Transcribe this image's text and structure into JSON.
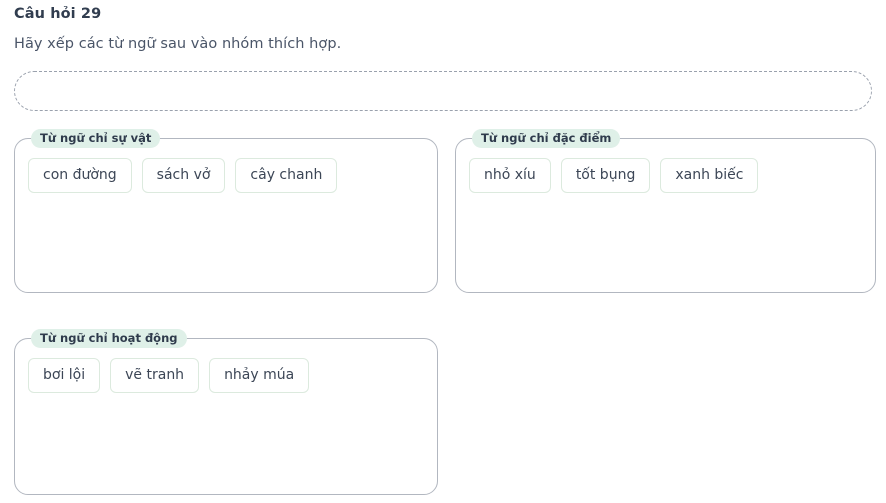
{
  "question": {
    "title": "Câu hỏi 29",
    "prompt": "Hãy xếp các từ ngữ sau vào nhóm thích hợp."
  },
  "pool": {
    "name": "word-pool-dropzone",
    "items": [],
    "empty": true
  },
  "groups": [
    {
      "id": "objects",
      "legend": "Từ ngữ chỉ sự vật",
      "cards": [
        "con đường",
        "sách vở",
        "cây chanh"
      ]
    },
    {
      "id": "features",
      "legend": "Từ ngữ chỉ đặc điểm",
      "cards": [
        "nhỏ xíu",
        "tốt bụng",
        "xanh biếc"
      ]
    },
    {
      "id": "actions",
      "legend": "Từ ngữ chỉ hoạt động",
      "cards": [
        "bơi lội",
        "vẽ tranh",
        "nhảy múa"
      ]
    }
  ],
  "colors": {
    "page_background": "#ffffff",
    "legend_chip_background": "#dff0e8",
    "legend_chip_text": "#2f3b4c",
    "group_border": "#b2b7c0",
    "card_border": "#dceade",
    "card_text": "#3c4656",
    "dropzone_border": "#9aa1ad",
    "title_text": "#313d4f",
    "prompt_text": "#4a5568"
  }
}
